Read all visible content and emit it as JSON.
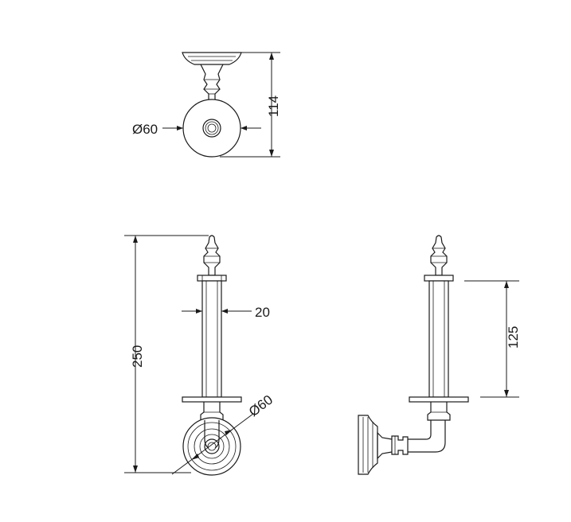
{
  "top_view": {
    "diameter_label": "Ø60",
    "height_label": "114"
  },
  "front_view": {
    "height_label": "250",
    "tube_width_label": "20",
    "base_diameter_label": "Ø60"
  },
  "side_view": {
    "span_label": "125"
  }
}
